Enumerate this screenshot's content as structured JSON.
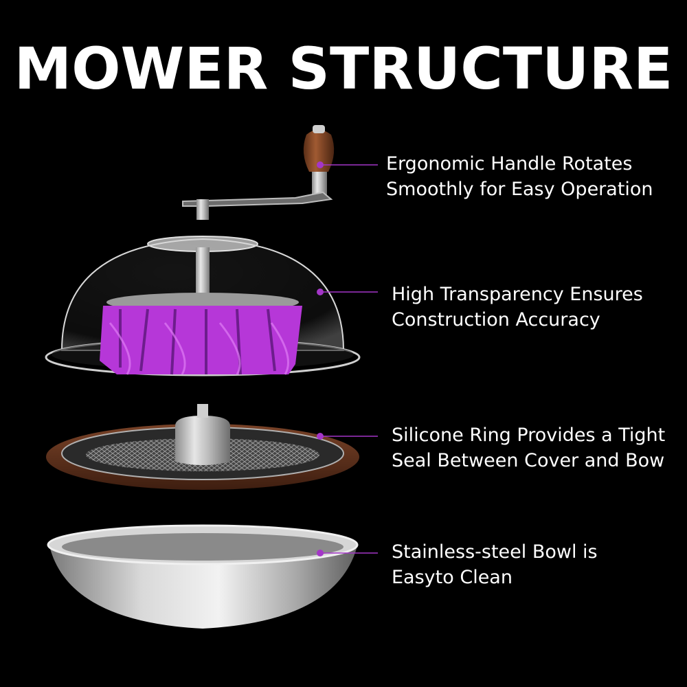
{
  "title": "MOWER STRUCTURE",
  "colors": {
    "background": "#000000",
    "text": "#ffffff",
    "accent": "#a436c8",
    "blade": "#b637d8",
    "steel": "#c9c9c9",
    "silicone": "#6b3a22",
    "handle_wood": "#8a4b2a"
  },
  "callouts": [
    {
      "line1": "Ergonomic Handle Rotates",
      "line2": "Smoothly for Easy Operation"
    },
    {
      "line1": "High Transparency Ensures",
      "line2": "Construction Accuracy"
    },
    {
      "line1": "Silicone Ring Provides a Tight",
      "line2": "Seal Between Cover and Bow"
    },
    {
      "line1": "Stainless-steel Bowl is",
      "line2": "Easyto Clean"
    }
  ],
  "parts": [
    "handle",
    "transparent-dome",
    "blades",
    "silicone-ring-lid",
    "stainless-steel-bowl"
  ]
}
